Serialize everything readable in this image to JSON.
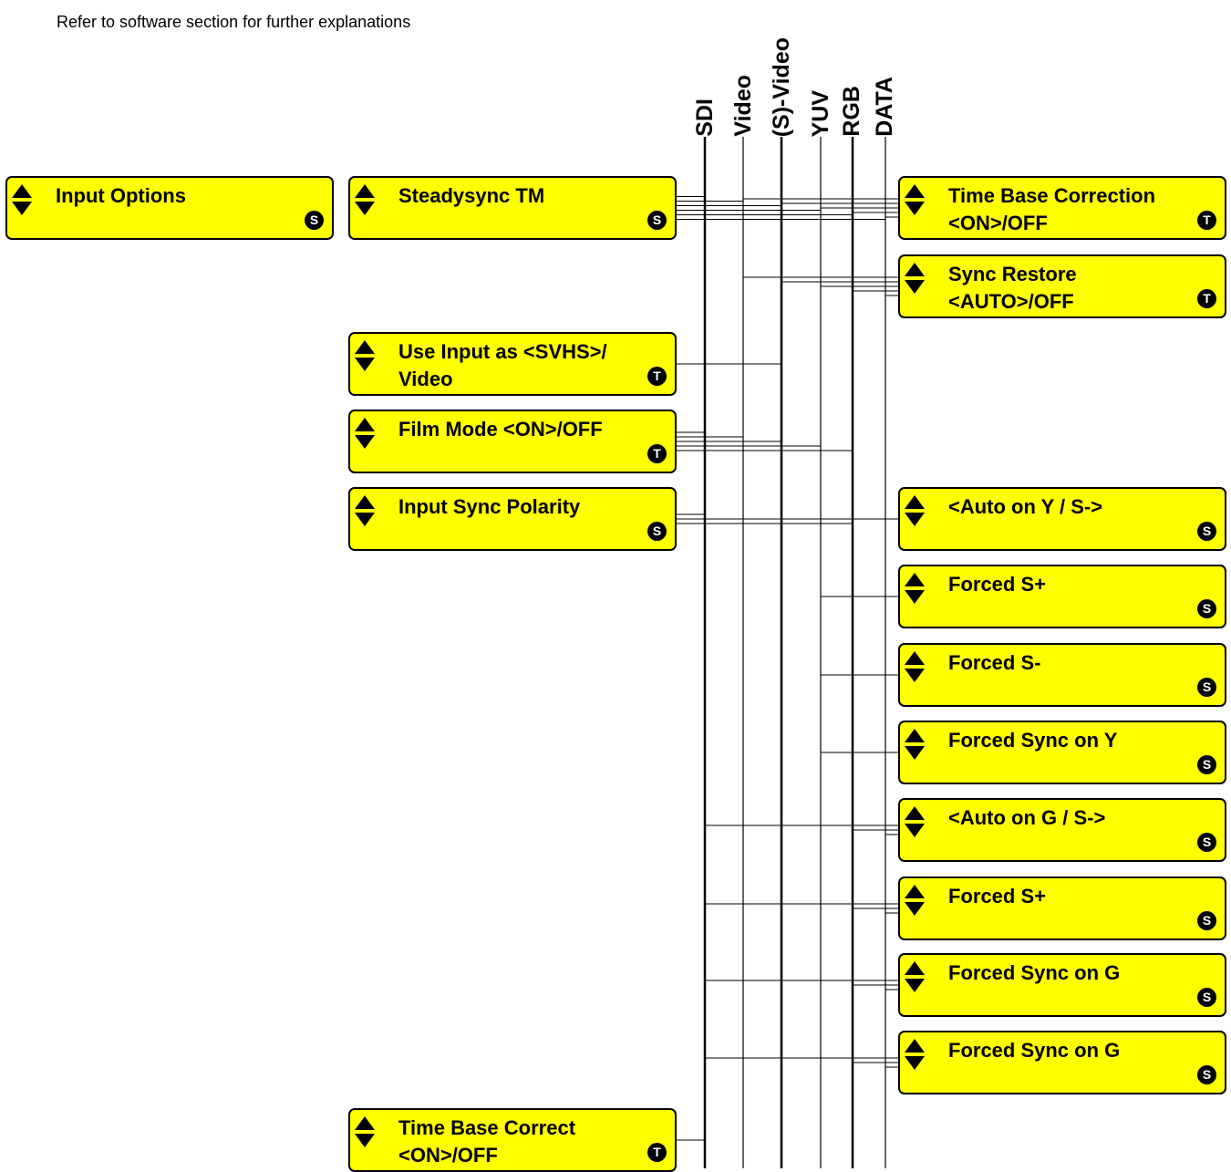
{
  "note": "Refer to software section for further explanations",
  "columns": [
    {
      "id": "sdi",
      "label": "SDI"
    },
    {
      "id": "video",
      "label": "Video"
    },
    {
      "id": "svideo",
      "label": "(S)-Video"
    },
    {
      "id": "yuv",
      "label": "YUV"
    },
    {
      "id": "rgb",
      "label": "RGB"
    },
    {
      "id": "data",
      "label": "DATA"
    }
  ],
  "boxes": {
    "input_options": {
      "lines": [
        "Input Options"
      ],
      "badge": "S"
    },
    "steadysync": {
      "lines": [
        "Steadysync TM"
      ],
      "badge": "S"
    },
    "use_input": {
      "lines": [
        "Use Input as <SVHS>/",
        "Video"
      ],
      "badge": "T"
    },
    "film_mode": {
      "lines": [
        "Film Mode <ON>/OFF"
      ],
      "badge": "T"
    },
    "input_sync_polarity": {
      "lines": [
        "Input Sync Polarity"
      ],
      "badge": "S"
    },
    "time_base_correct": {
      "lines": [
        "Time Base Correct",
        "<ON>/OFF"
      ],
      "badge": "T"
    },
    "time_base_correction": {
      "lines": [
        "Time Base Correction",
        "<ON>/OFF"
      ],
      "badge": "T"
    },
    "sync_restore": {
      "lines": [
        "Sync Restore",
        "<AUTO>/OFF"
      ],
      "badge": "T"
    },
    "auto_on_y": {
      "lines": [
        "<Auto on Y / S->"
      ],
      "badge": "S"
    },
    "forced_s_plus_1": {
      "lines": [
        "Forced S+"
      ],
      "badge": "S"
    },
    "forced_s_minus": {
      "lines": [
        "Forced S-"
      ],
      "badge": "S"
    },
    "forced_sync_on_y": {
      "lines": [
        "Forced Sync on Y"
      ],
      "badge": "S"
    },
    "auto_on_g": {
      "lines": [
        "<Auto on G / S->"
      ],
      "badge": "S"
    },
    "forced_s_plus_2": {
      "lines": [
        "Forced S+"
      ],
      "badge": "S"
    },
    "forced_sync_on_g_1": {
      "lines": [
        "Forced Sync on G"
      ],
      "badge": "S"
    },
    "forced_sync_on_g_2": {
      "lines": [
        "Forced Sync on G"
      ],
      "badge": "S"
    }
  },
  "links": [
    {
      "box": "steadysync",
      "side": "left",
      "cols": [
        "sdi",
        "video",
        "svideo",
        "yuv",
        "rgb",
        "data"
      ]
    },
    {
      "box": "use_input",
      "side": "left",
      "cols": [
        "svideo"
      ]
    },
    {
      "box": "film_mode",
      "side": "left",
      "cols": [
        "sdi",
        "video",
        "svideo",
        "yuv",
        "rgb"
      ]
    },
    {
      "box": "input_sync_polarity",
      "side": "left",
      "cols": [
        "sdi",
        "yuv",
        "rgb"
      ]
    },
    {
      "box": "time_base_correct",
      "side": "left",
      "cols": [
        "sdi"
      ]
    },
    {
      "box": "time_base_correction",
      "side": "right",
      "cols": [
        "video",
        "svideo",
        "yuv",
        "rgb",
        "data"
      ]
    },
    {
      "box": "sync_restore",
      "side": "right",
      "cols": [
        "video",
        "svideo",
        "yuv",
        "rgb",
        "data"
      ]
    },
    {
      "box": "auto_on_y",
      "side": "right",
      "cols": [
        "yuv"
      ]
    },
    {
      "box": "forced_s_plus_1",
      "side": "right",
      "cols": [
        "yuv"
      ]
    },
    {
      "box": "forced_s_minus",
      "side": "right",
      "cols": [
        "yuv"
      ]
    },
    {
      "box": "forced_sync_on_y",
      "side": "right",
      "cols": [
        "yuv"
      ]
    },
    {
      "box": "auto_on_g",
      "side": "right",
      "cols": [
        "sdi",
        "rgb",
        "data"
      ]
    },
    {
      "box": "forced_s_plus_2",
      "side": "right",
      "cols": [
        "sdi",
        "rgb",
        "data"
      ]
    },
    {
      "box": "forced_sync_on_g_1",
      "side": "right",
      "cols": [
        "sdi",
        "rgb",
        "data"
      ]
    },
    {
      "box": "forced_sync_on_g_2",
      "side": "right",
      "cols": [
        "sdi",
        "rgb",
        "data"
      ]
    }
  ]
}
